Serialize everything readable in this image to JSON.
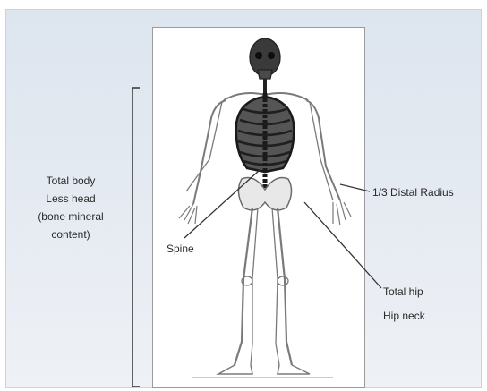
{
  "labels": {
    "total_body_line1": "Total body",
    "total_body_line2": "Less head",
    "total_body_line3": "(bone mineral",
    "total_body_line4": "content)",
    "spine": "Spine",
    "distal_radius": "1/3 Distal Radius",
    "total_hip": "Total hip",
    "hip_neck": "Hip neck"
  },
  "colors": {
    "background": "#dde5ef",
    "bone_outline": "#777777",
    "ribcage": "#1f1f1f",
    "annotation_line": "#333333"
  },
  "icons": {
    "figure": "human-skeleton-illustration"
  }
}
